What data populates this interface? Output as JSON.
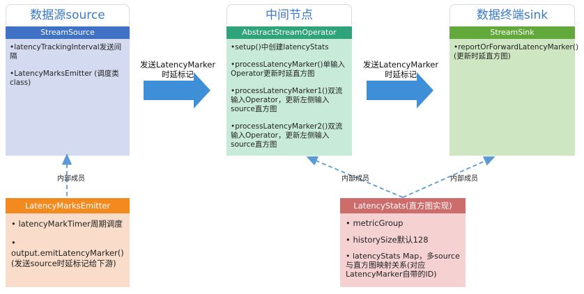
{
  "source": {
    "title": "数据源source",
    "header": "StreamSource",
    "items": [
      "•latencyTrackingInterval发送间隔",
      "•LatencyMarksEmitter (调度类class)"
    ]
  },
  "operator": {
    "title": "中间节点",
    "header": "AbstractStreamOperator",
    "items": [
      "•setup()中创建latencyStats",
      "•processLatencyMarker()单输入Operator更新时延直方图",
      "•processLatencyMarker1()双流输入Operator，更新左侧输入source直方图",
      "•processLatencyMarker2()双流输入Operator，更新左侧输入source直方图"
    ]
  },
  "sink": {
    "title": "数据终端sink",
    "header": "StreamSink",
    "items": [
      "•reportOrForwardLatencyMarker()(更新时延直方图)"
    ]
  },
  "arrows": {
    "left_label": "发送LatencyMarker时延标记",
    "right_label": "发送LatencyMarker时延标记"
  },
  "inner_member_labels": {
    "left": "内部成员",
    "middle": "内部成员",
    "right": "内部成员"
  },
  "emitter": {
    "header": "LatencyMarksEmitter",
    "items": [
      "• latencyMarkTimer周期调度",
      "• output.emitLatencyMarker()(发送source时延标记给下游)"
    ]
  },
  "stats": {
    "header": "LatencyStats(直方图实现)",
    "items": [
      "• metricGroup",
      "• historySize默认128",
      "• latencyStats Map，多source与直方图映射关系(对应LatencyMarker自带的ID)"
    ]
  },
  "colors": {
    "title_blue": "#3a78c9",
    "arrow_blue": "#3f8fd8",
    "dashed_blue": "#5b9bd5"
  }
}
